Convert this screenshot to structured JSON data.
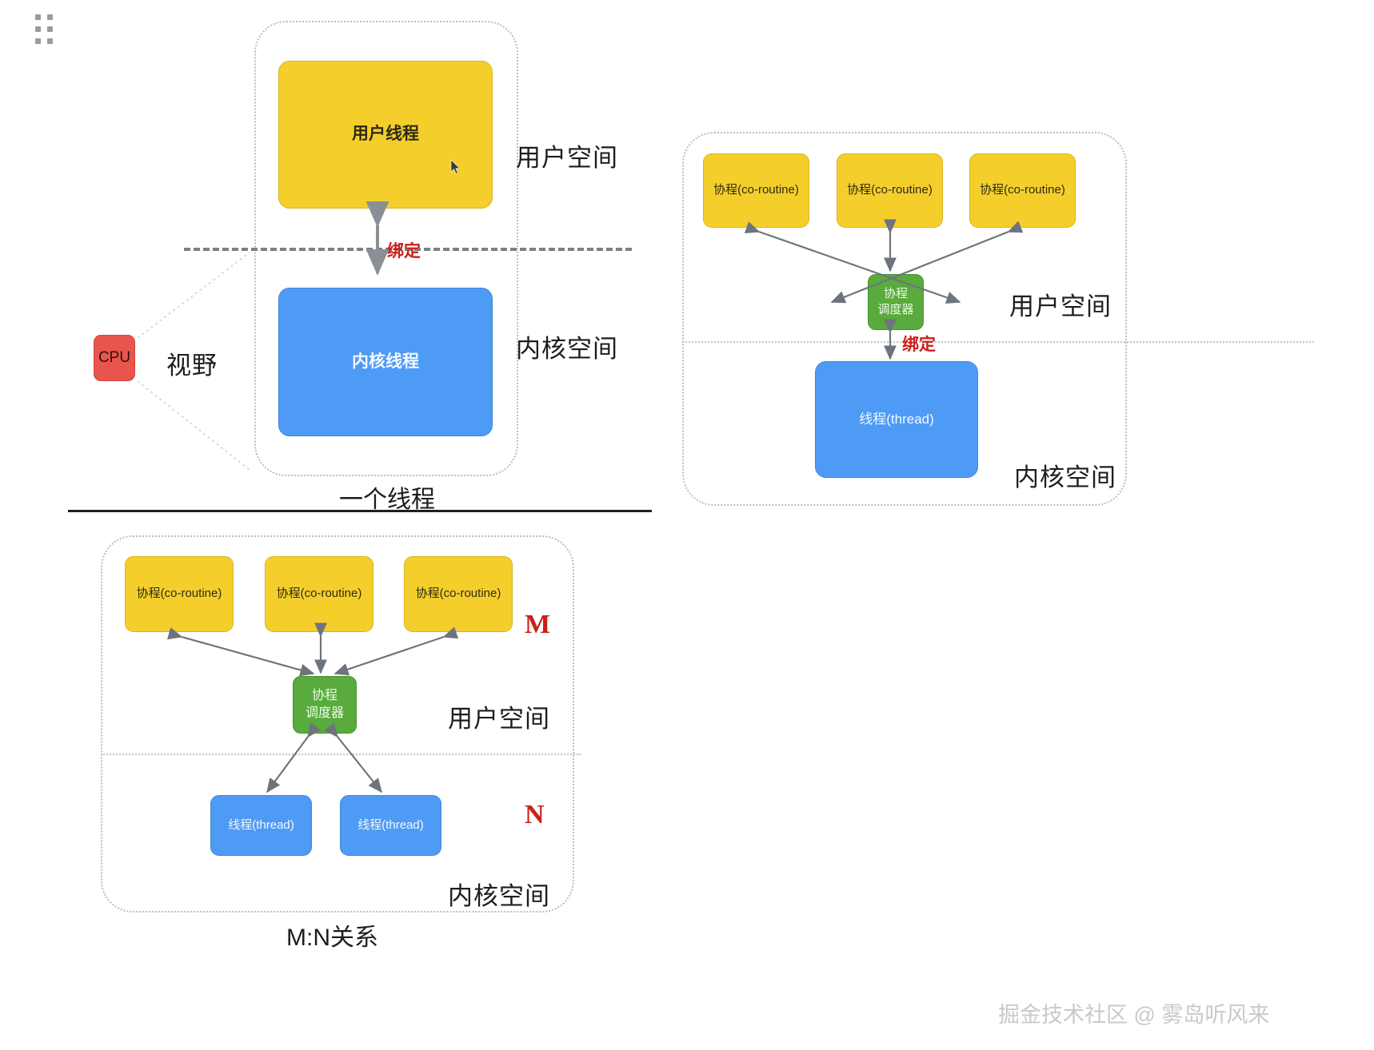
{
  "page": {
    "watermark": "掘金技术社区 @ 雾岛听风来"
  },
  "icons": {
    "drag_handle": "drag-handle-icon",
    "cursor": "mouse-pointer-icon"
  },
  "panel_one_thread": {
    "caption": "一个线程",
    "user_space_label": "用户空间",
    "kernel_space_label": "内核空间",
    "bind_label": "绑定",
    "view_label": "视野",
    "cpu_label": "CPU",
    "user_thread_label": "用户线程",
    "kernel_thread_label": "内核线程"
  },
  "panel_one_to_one": {
    "user_space_label": "用户空间",
    "kernel_space_label": "内核空间",
    "bind_label": "绑定",
    "coroutines": [
      "协程(co-routine)",
      "协程(co-routine)",
      "协程(co-routine)"
    ],
    "scheduler_line1": "协程",
    "scheduler_line2": "调度器",
    "thread_label": "线程(thread)"
  },
  "panel_m_n": {
    "caption": "M:N关系",
    "user_space_label": "用户空间",
    "kernel_space_label": "内核空间",
    "m_label": "M",
    "n_label": "N",
    "coroutines": [
      "协程(co-routine)",
      "协程(co-routine)",
      "协程(co-routine)"
    ],
    "scheduler_line1": "协程",
    "scheduler_line2": "调度器",
    "threads": [
      "线程(thread)",
      "线程(thread)"
    ]
  },
  "colors": {
    "coroutine": "#f4cf2c",
    "thread": "#4e9bf5",
    "scheduler": "#58ab3c",
    "cpu": "#e9544c",
    "bind_text": "#c8201a",
    "mn_text": "#c8201a",
    "dotted_border": "#b9bcc2",
    "arrow": "#6e747d",
    "watermark": "#c9c9cd"
  }
}
